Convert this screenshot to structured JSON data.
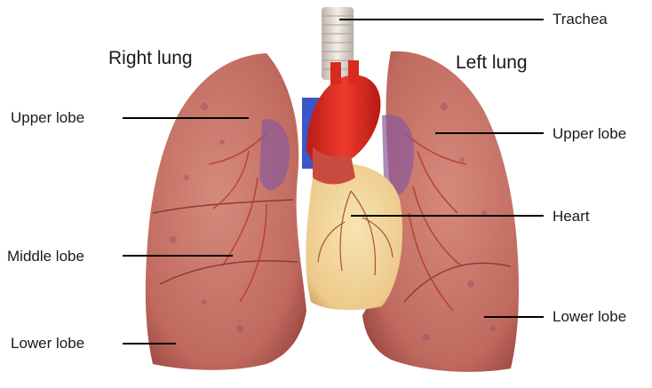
{
  "headings": {
    "right_lung": "Right lung",
    "left_lung": "Left lung"
  },
  "labels": {
    "trachea": "Trachea",
    "right_upper_lobe": "Upper lobe",
    "right_middle_lobe": "Middle lobe",
    "right_lower_lobe": "Lower lobe",
    "left_upper_lobe": "Upper lobe",
    "heart": "Heart",
    "left_lower_lobe": "Lower lobe"
  },
  "colors": {
    "lung_tissue": "#c8746a",
    "lung_shadow": "#8e3a36",
    "heart": "#f2d69a",
    "aorta": "#e0271f",
    "vein": "#3a56c8",
    "trachea": "#e9e2da",
    "leader_line": "#000000"
  }
}
